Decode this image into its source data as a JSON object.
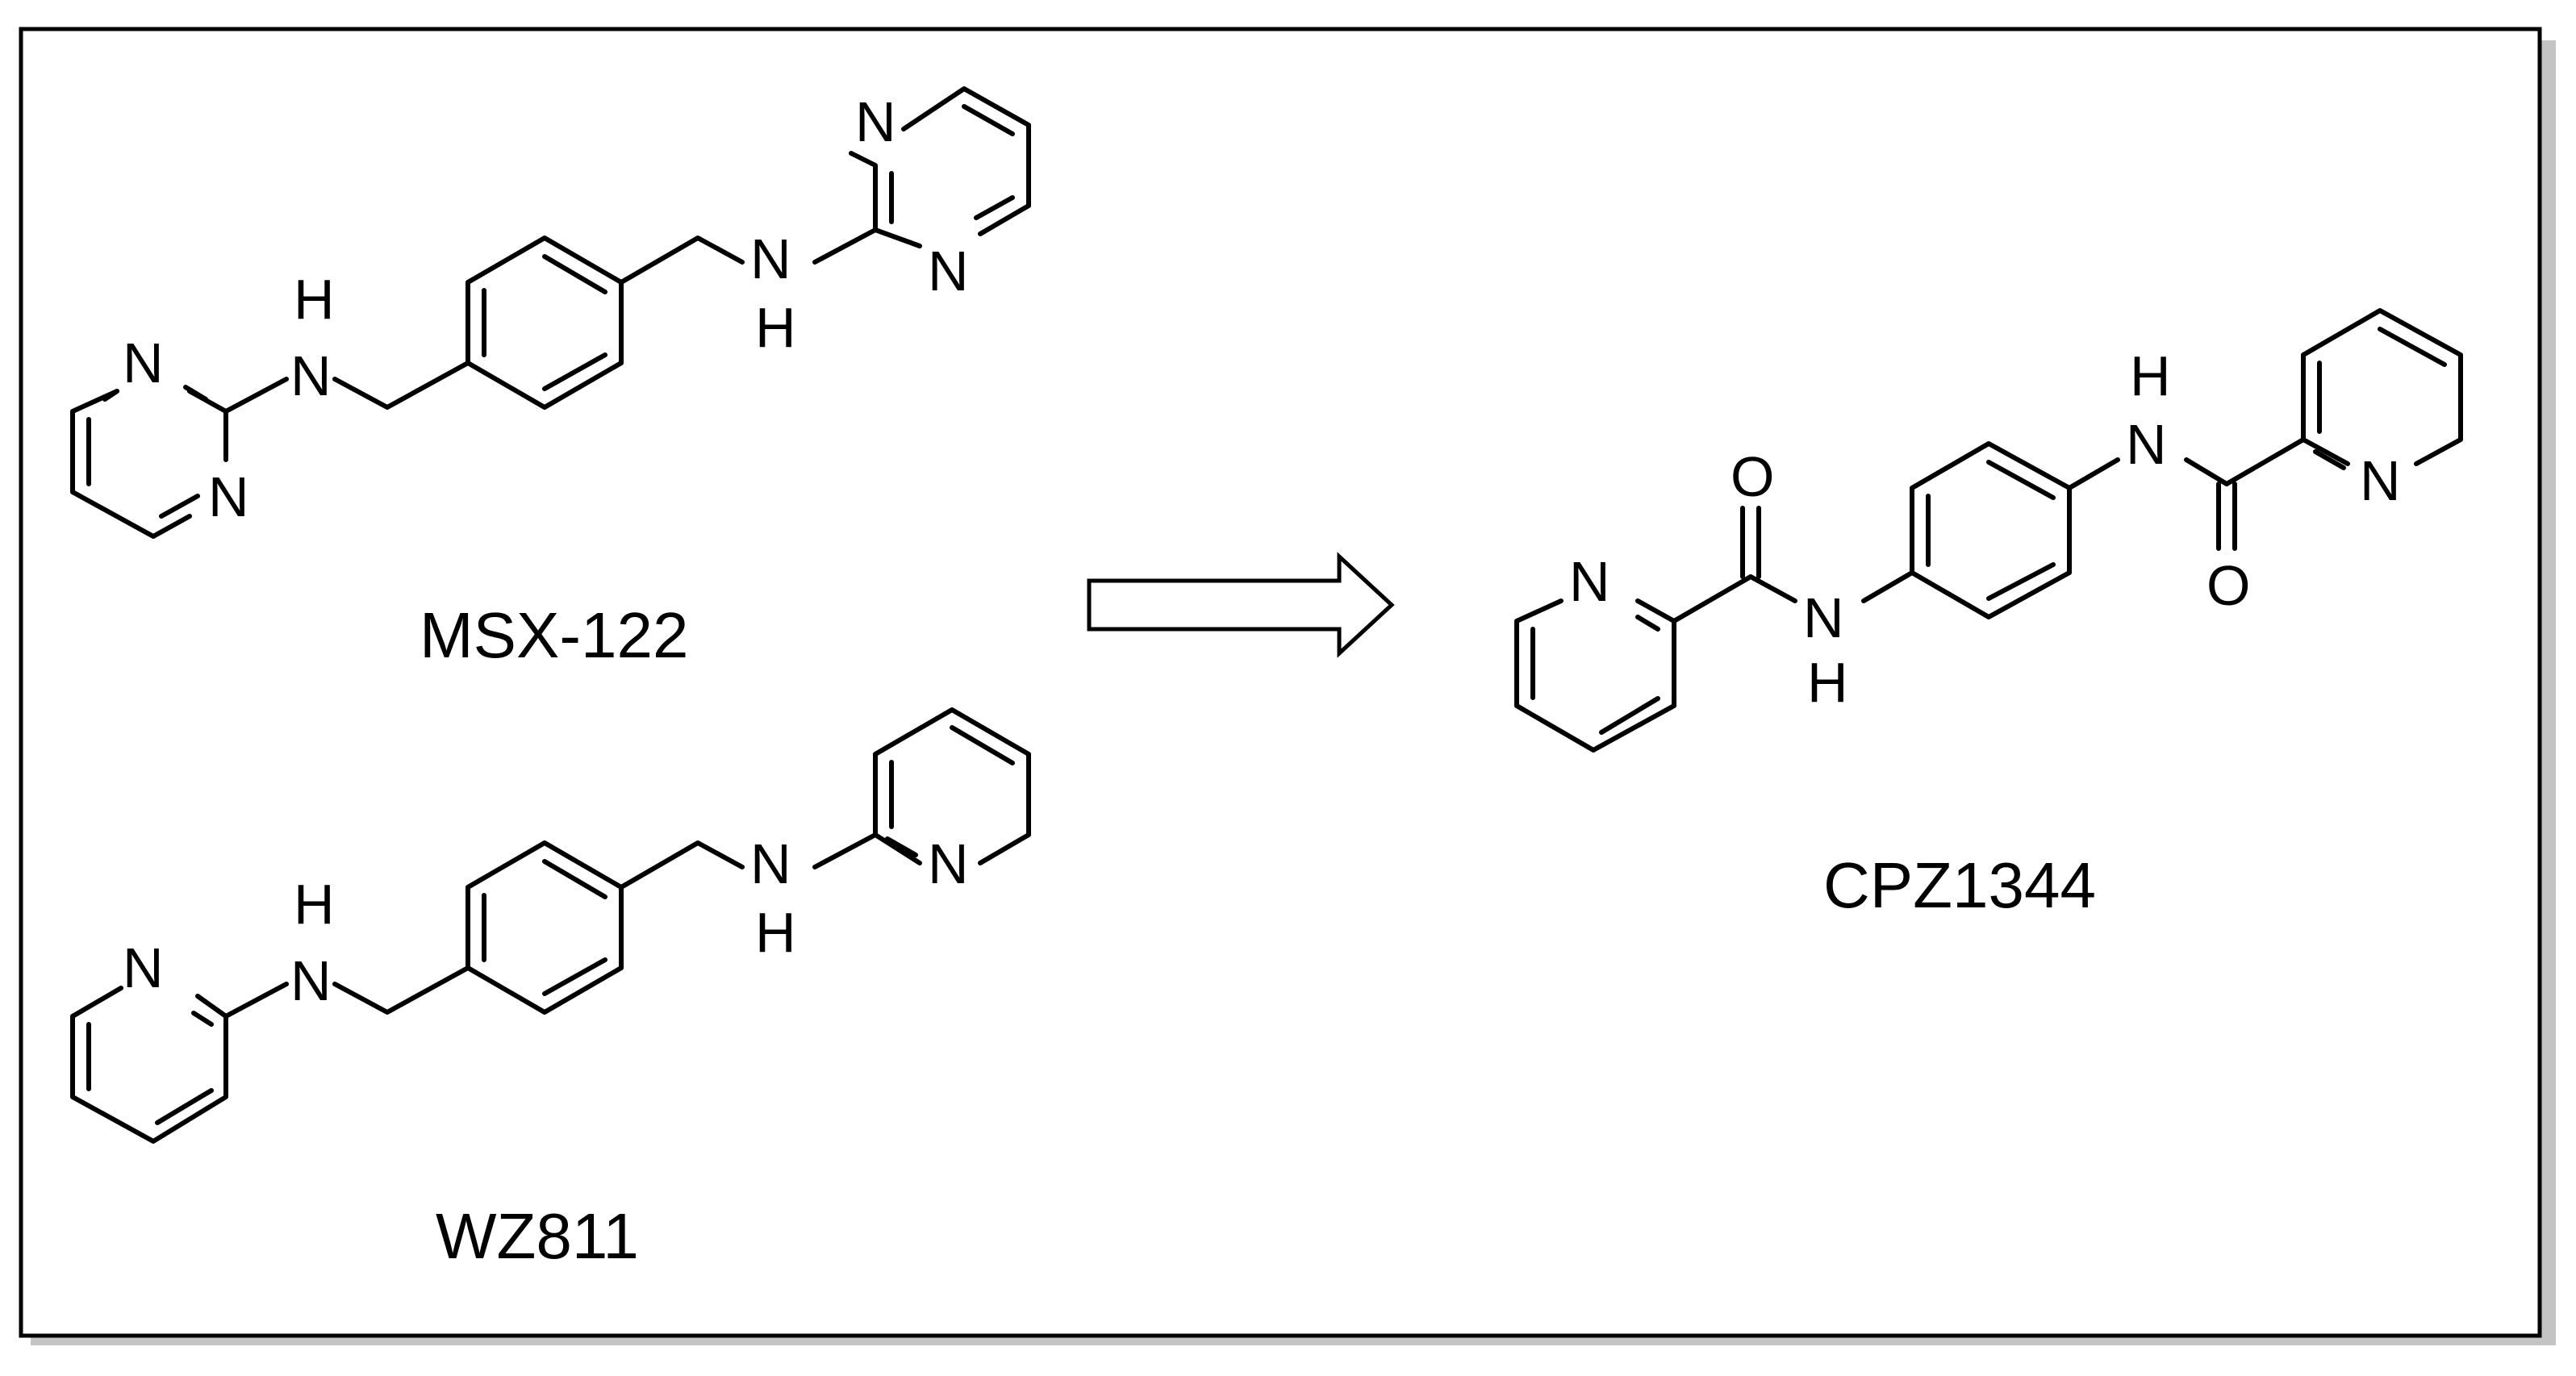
{
  "atoms": {
    "nitrogen": "N",
    "hydrogen": "H",
    "oxygen": "O"
  },
  "compounds": {
    "msx122": {
      "name": "MSX-122"
    },
    "wz811": {
      "name": "WZ811"
    },
    "cpz1344": {
      "name": "CPZ1344"
    }
  },
  "colors": {
    "frame": "#000000",
    "shadow": "#bfbfbf",
    "background": "#ffffff",
    "ink": "#000000"
  },
  "arrow": {
    "direction": "right",
    "style": "hollow"
  }
}
